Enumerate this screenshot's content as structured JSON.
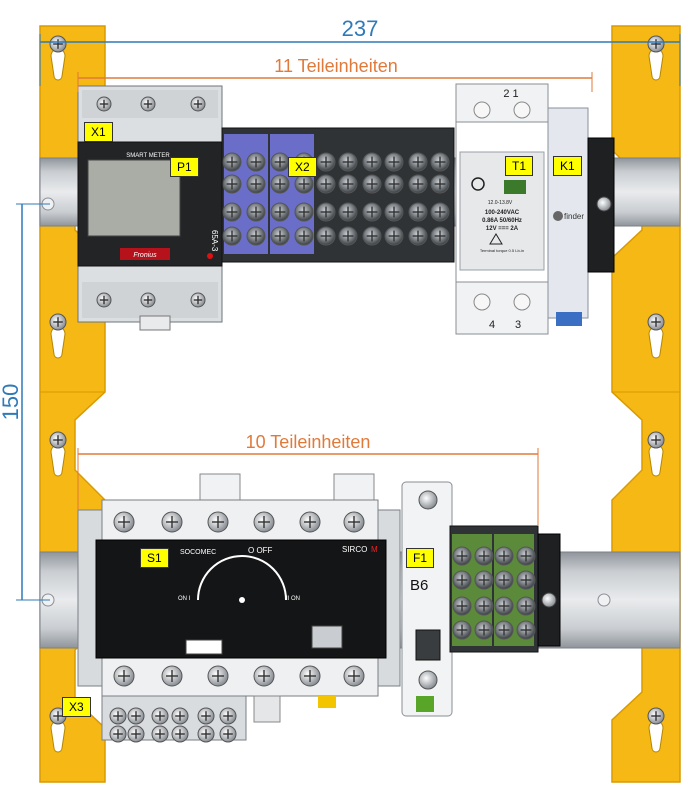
{
  "dimensions": {
    "width_label": "237",
    "height_label": "150",
    "top_units_label": "11 Teileinheiten",
    "bottom_units_label": "10 Teileinheiten"
  },
  "tags": {
    "x1": "X1",
    "p1": "P1",
    "x2": "X2",
    "t1": "T1",
    "k1": "K1",
    "s1": "S1",
    "f1": "F1",
    "x3": "X3"
  },
  "meter": {
    "title": "SMART METER",
    "brand": "Fronius",
    "model": "65A-3"
  },
  "psu": {
    "terminals_top": "2 1",
    "terminal_4": "4",
    "terminal_3": "3",
    "line1": "12.0-13.8V",
    "line2": "100-240VAC",
    "line3": "0.86A 50/60Hz",
    "line4": "12V === 2A",
    "line5": "Terminal torque 0.5 Lb-in"
  },
  "relay": {
    "brand": "finder"
  },
  "switch": {
    "brand": "SOCOMEC",
    "model": "SIRCO",
    "model_suffix": "M",
    "off_label": "O OFF",
    "on_left": "ON I",
    "on_right": "II ON"
  },
  "breaker": {
    "rating": "B6"
  },
  "colors": {
    "frame": "#f5b815",
    "frame_edge": "#d99a00",
    "dim_blue": "#2f7ab8",
    "dim_orange": "#e07a3a",
    "tag_yellow": "#ffff00"
  }
}
